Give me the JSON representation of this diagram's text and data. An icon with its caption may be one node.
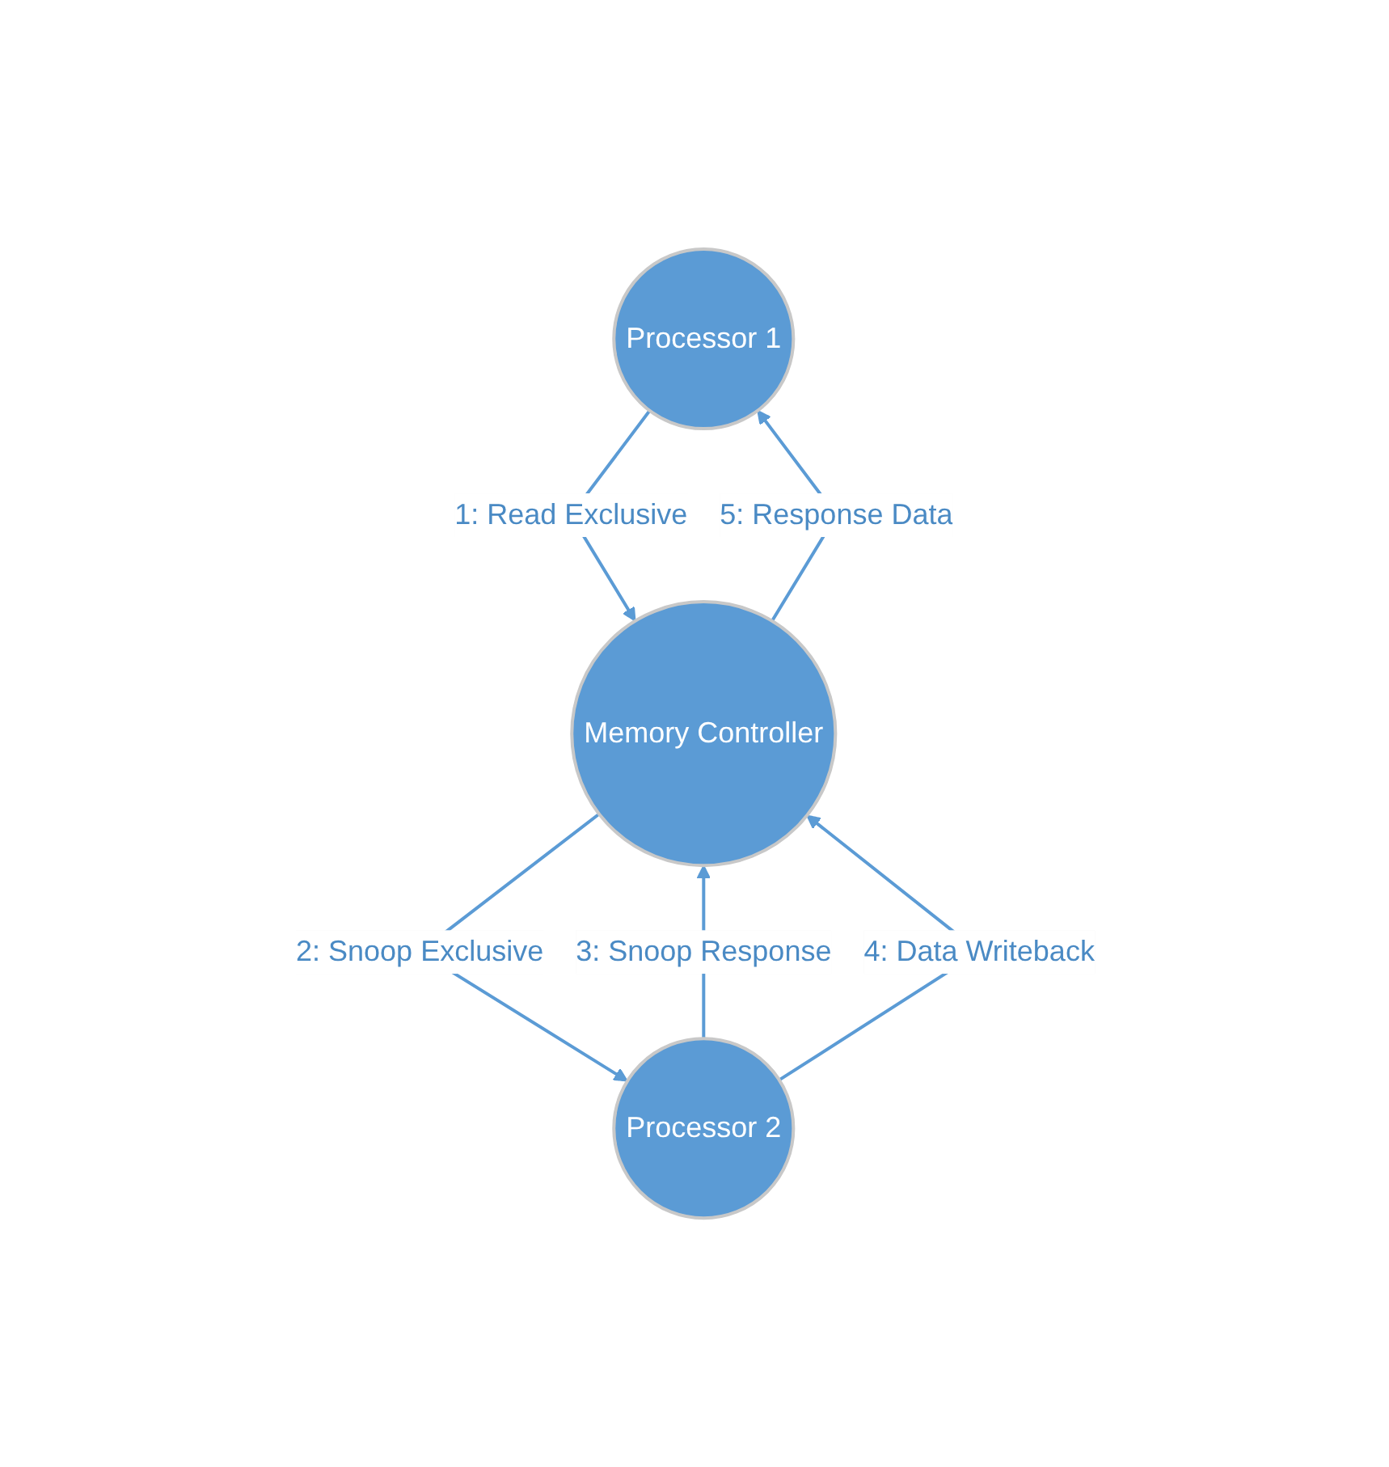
{
  "diagram": {
    "nodes": [
      {
        "text": [
          "Processor 1"
        ]
      },
      {
        "text": [
          "Memory Controller"
        ]
      },
      {
        "text": [
          "Processor 2"
        ]
      }
    ],
    "edges": [
      {
        "from": 0,
        "to": 1,
        "arrow": "to",
        "label": "1: Read Exclusive"
      },
      {
        "from": 1,
        "to": 2,
        "arrow": "to",
        "label": "2: Snoop Exclusive"
      },
      {
        "from": 2,
        "to": 1,
        "arrow": "to",
        "label": "3: Snoop Response"
      },
      {
        "from": 2,
        "to": 1,
        "arrow": "to",
        "label": "4: Data Writeback"
      },
      {
        "from": 1,
        "to": 0,
        "arrow": "to",
        "label": "5: Response Data"
      }
    ]
  }
}
